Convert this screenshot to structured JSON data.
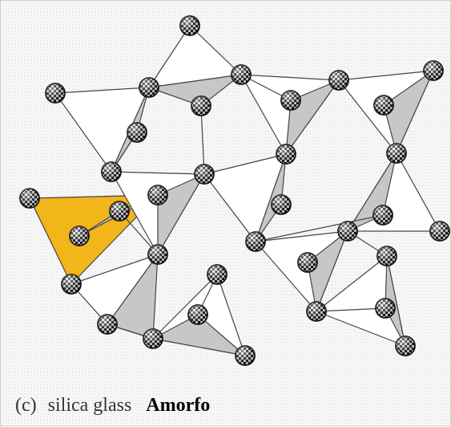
{
  "figure": {
    "caption_tag": "(c)",
    "caption_text": "silica glass",
    "caption_bold": "Amorfo"
  },
  "colors": {
    "highlight_face": "#f2b51a",
    "shaded_face": "#c7c7c7",
    "white_face": "#ffffff",
    "edge": "#444444",
    "atom": "#1a1a1a"
  }
}
